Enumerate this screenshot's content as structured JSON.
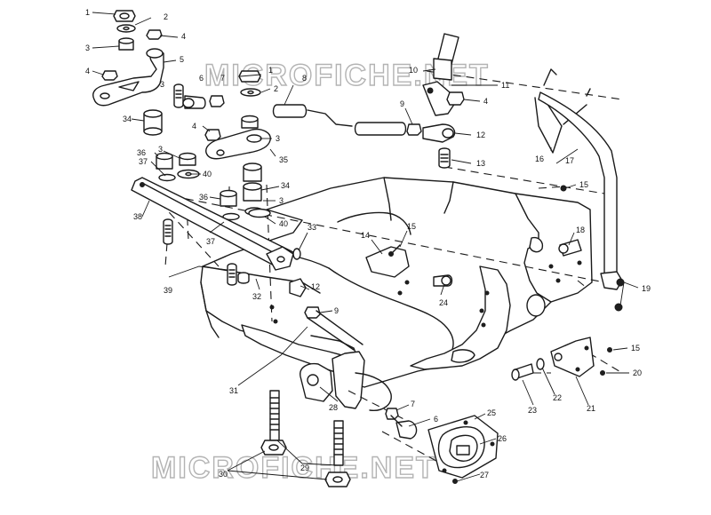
{
  "diagram": {
    "watermarks": [
      "MICROFICHE.NET",
      "MICROFICHE.NET"
    ],
    "callouts": [
      {
        "id": "c1a",
        "text": "1"
      },
      {
        "id": "c2a",
        "text": "2"
      },
      {
        "id": "c3a",
        "text": "3"
      },
      {
        "id": "c4a",
        "text": "4"
      },
      {
        "id": "c5",
        "text": "5"
      },
      {
        "id": "c4b",
        "text": "4"
      },
      {
        "id": "c3b",
        "text": "3"
      },
      {
        "id": "c6a",
        "text": "6"
      },
      {
        "id": "c7a",
        "text": "7"
      },
      {
        "id": "c1b",
        "text": "1"
      },
      {
        "id": "c2b",
        "text": "2"
      },
      {
        "id": "c8",
        "text": "8"
      },
      {
        "id": "c10",
        "text": "10"
      },
      {
        "id": "c11",
        "text": "11"
      },
      {
        "id": "c4c",
        "text": "4"
      },
      {
        "id": "c9a",
        "text": "9"
      },
      {
        "id": "c12a",
        "text": "12"
      },
      {
        "id": "c13",
        "text": "13"
      },
      {
        "id": "c34a",
        "text": "34"
      },
      {
        "id": "c4d",
        "text": "4"
      },
      {
        "id": "c3c",
        "text": "3"
      },
      {
        "id": "c3d",
        "text": "3"
      },
      {
        "id": "c35",
        "text": "35"
      },
      {
        "id": "c36a",
        "text": "36"
      },
      {
        "id": "c37a",
        "text": "37"
      },
      {
        "id": "c40a",
        "text": "40"
      },
      {
        "id": "c34b",
        "text": "34"
      },
      {
        "id": "c3e",
        "text": "3"
      },
      {
        "id": "c36b",
        "text": "36"
      },
      {
        "id": "c38",
        "text": "38"
      },
      {
        "id": "c37b",
        "text": "37"
      },
      {
        "id": "c40b",
        "text": "40"
      },
      {
        "id": "c33",
        "text": "33"
      },
      {
        "id": "c16",
        "text": "16"
      },
      {
        "id": "c17",
        "text": "17"
      },
      {
        "id": "c15a",
        "text": "15"
      },
      {
        "id": "c15b",
        "text": "15"
      },
      {
        "id": "c14",
        "text": "14"
      },
      {
        "id": "c18",
        "text": "18"
      },
      {
        "id": "c39",
        "text": "39"
      },
      {
        "id": "c32",
        "text": "32"
      },
      {
        "id": "c12b",
        "text": "12"
      },
      {
        "id": "c24",
        "text": "24"
      },
      {
        "id": "c19",
        "text": "19"
      },
      {
        "id": "c9b",
        "text": "9"
      },
      {
        "id": "c15c",
        "text": "15"
      },
      {
        "id": "c20",
        "text": "20"
      },
      {
        "id": "c31",
        "text": "31"
      },
      {
        "id": "c28",
        "text": "28"
      },
      {
        "id": "c7b",
        "text": "7"
      },
      {
        "id": "c6b",
        "text": "6"
      },
      {
        "id": "c22",
        "text": "22"
      },
      {
        "id": "c23",
        "text": "23"
      },
      {
        "id": "c21",
        "text": "21"
      },
      {
        "id": "c25",
        "text": "25"
      },
      {
        "id": "c26",
        "text": "26"
      },
      {
        "id": "c27",
        "text": "27"
      },
      {
        "id": "c29",
        "text": "29"
      },
      {
        "id": "c30",
        "text": "30"
      }
    ]
  }
}
